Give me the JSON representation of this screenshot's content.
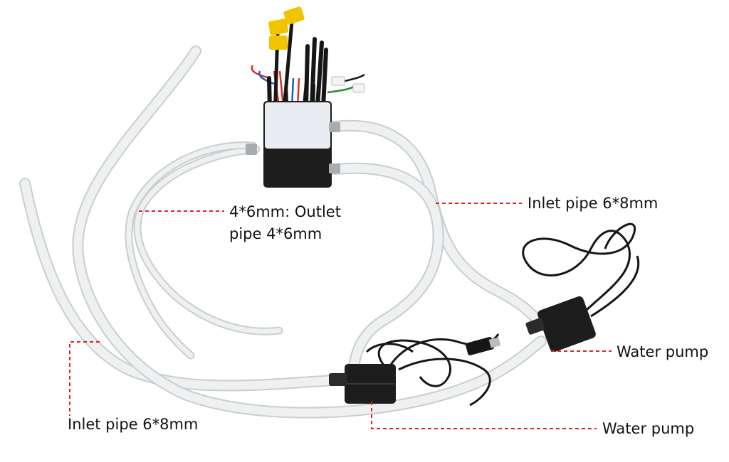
{
  "labels": {
    "outlet_line1": "4*6mm: Outlet",
    "outlet_line2": "pipe 4*6mm",
    "inlet_right": "Inlet pipe 6*8mm",
    "pump_right": "Water pump",
    "inlet_left": "Inlet pipe 6*8mm",
    "pump_bottom": "Water pump"
  },
  "colors": {
    "leader": "#e0231f",
    "tube": "#e6e9ea",
    "tube_edge": "#c9cecf",
    "block": "#1d1d1d",
    "wire_black": "#161616",
    "connector_yellow": "#f2c400",
    "wire_red": "#d8302a"
  }
}
